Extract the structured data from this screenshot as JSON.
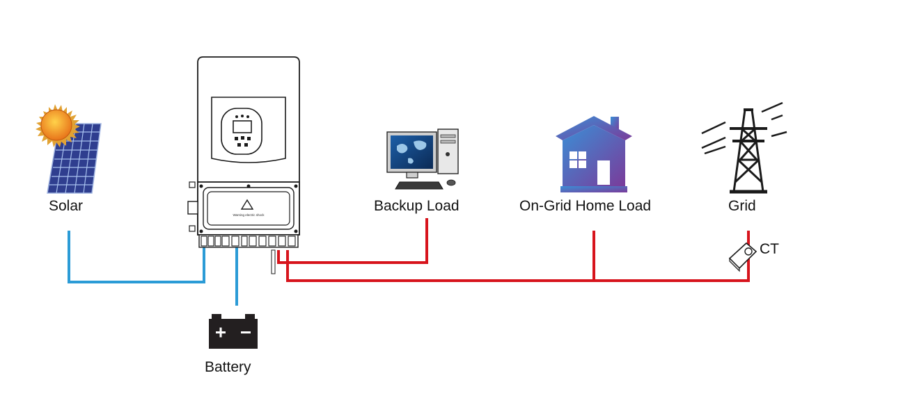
{
  "labels": {
    "solar": "Solar",
    "battery": "Battery",
    "backup_load": "Backup Load",
    "home_load": "On-Grid Home Load",
    "grid": "Grid",
    "ct": "CT",
    "inverter_warning": "Warning electric shock"
  },
  "colors": {
    "dc_line": "#2b9bd6",
    "ac_line": "#d7141c",
    "outline": "#1a1a1a",
    "sun": "#f08a1c",
    "panel": "#2f3e8f",
    "house_gradient_start": "#3a8fd6",
    "house_gradient_end": "#7a3b9a"
  },
  "icons": [
    "solar-panel-icon",
    "sun-icon",
    "inverter-icon",
    "battery-icon",
    "computer-icon",
    "house-icon",
    "power-tower-icon",
    "current-transformer-icon"
  ]
}
